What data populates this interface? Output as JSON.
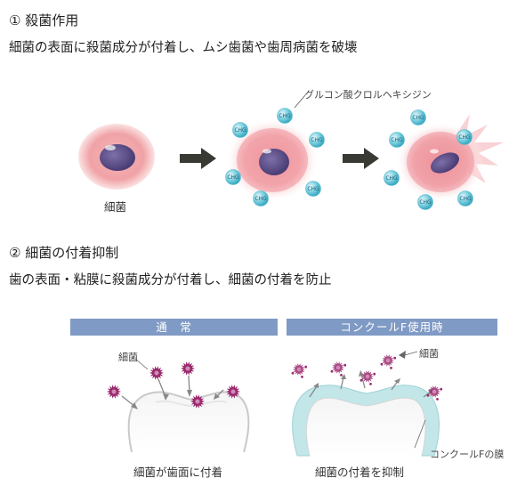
{
  "section1": {
    "heading": "① 殺菌作用",
    "description": "細菌の表面に殺菌成分が付着し、ムシ歯菌や歯周病菌を破壊",
    "bacteria_label": "細菌",
    "chg_label": "グルコン酸クロルヘキシジン",
    "chg_abbrev": "CHG"
  },
  "section2": {
    "heading": "② 細菌の付着抑制",
    "description": "歯の表面・粘膜に殺菌成分が付着し、細菌の付着を防止",
    "left_header": "通　常",
    "right_header": "コンクールF使用時",
    "left_bacteria_label": "細菌",
    "right_bacteria_label": "細菌",
    "film_label": "コンクールFの膜",
    "left_caption": "細菌が歯面に付着",
    "right_caption": "細菌の付着を抑制"
  },
  "colors": {
    "header_bar": "#7f9ac4",
    "chg_ball": "#5fc3d8",
    "bacteria_core": "#5b4d86",
    "halo": "#f2a3a8",
    "germ": "#9a2a6e",
    "film": "#bfe3e6"
  }
}
